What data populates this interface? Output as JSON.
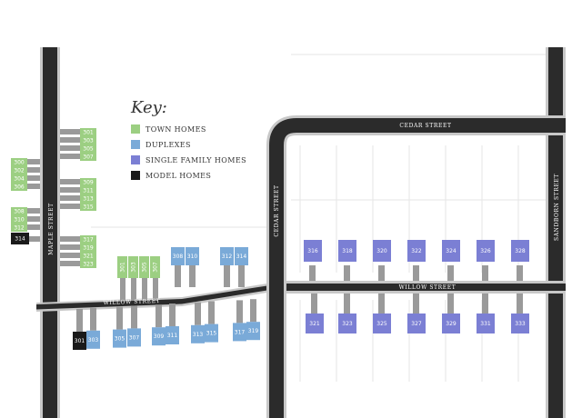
{
  "colors": {
    "town_home": "#9ccf82",
    "duplex": "#7aaad8",
    "single_family": "#7b7fd4",
    "model": "#1a1a1a",
    "road": "#2b2b2b",
    "road_edge": "#c8c8c8",
    "driveway": "#9a9a9a",
    "lot_line": "#e6e6e6"
  },
  "key": {
    "title": "Key:",
    "items": [
      {
        "label": "TOWN HOMES",
        "color": "#9ccf82"
      },
      {
        "label": "DUPLEXES",
        "color": "#7aaad8"
      },
      {
        "label": "SINGLE FAMILY HOMES",
        "color": "#7b7fd4"
      },
      {
        "label": "MODEL HOMES",
        "color": "#1a1a1a"
      }
    ]
  },
  "streets": {
    "maple": "MAPLE STREET",
    "willow_west": "WILLOW STREET",
    "willow_east": "WILLOW STREET",
    "cedar_top": "CEDAR STREET",
    "cedar_side": "CEDAR STREET",
    "sandborn": "SANDBORN STREET"
  },
  "lots": {
    "maple_east": [
      "301",
      "303",
      "305",
      "307",
      "309",
      "311",
      "313",
      "315",
      "317",
      "319",
      "321",
      "323"
    ],
    "maple_west": [
      "300",
      "302",
      "304",
      "306",
      "308",
      "310",
      "312",
      "314"
    ],
    "willow_north_town": [
      "301",
      "303",
      "305",
      "307"
    ],
    "willow_north_duplex": [
      "308",
      "310",
      "312",
      "314"
    ],
    "willow_south_duplex": [
      "301",
      "303",
      "305",
      "307",
      "309",
      "311",
      "313",
      "315",
      "317",
      "319"
    ],
    "willow_north_single": [
      "316",
      "318",
      "320",
      "322",
      "324",
      "326",
      "328"
    ],
    "willow_south_single": [
      "321",
      "323",
      "325",
      "327",
      "329",
      "331",
      "333"
    ]
  }
}
